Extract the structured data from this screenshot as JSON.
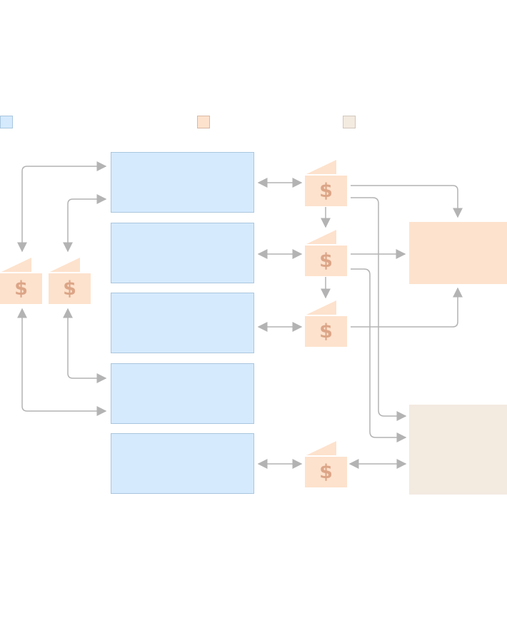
{
  "colors": {
    "internal": "#d5eafd",
    "internal_border": "#a9c6de",
    "wallet": "#fde2cd",
    "wallet_symbol": "#dca587",
    "target_primary": "#fde2cd",
    "target_secondary": "#f3eae0",
    "arrow": "#b3b3b3"
  },
  "legend": [
    {
      "name": "internal",
      "label": ""
    },
    {
      "name": "wallet",
      "label": ""
    },
    {
      "name": "external",
      "label": ""
    }
  ],
  "wallet_symbol": "$",
  "internal_boxes": [
    {
      "label": ""
    },
    {
      "label": ""
    },
    {
      "label": ""
    },
    {
      "label": ""
    },
    {
      "label": ""
    }
  ],
  "wallets": [
    {
      "id": "left-1",
      "symbol": "$"
    },
    {
      "id": "left-2",
      "symbol": "$"
    },
    {
      "id": "mid-1",
      "symbol": "$"
    },
    {
      "id": "mid-2",
      "symbol": "$"
    },
    {
      "id": "mid-3",
      "symbol": "$"
    },
    {
      "id": "mid-4",
      "symbol": "$"
    }
  ],
  "target_boxes": [
    {
      "label": ""
    },
    {
      "label": ""
    }
  ]
}
